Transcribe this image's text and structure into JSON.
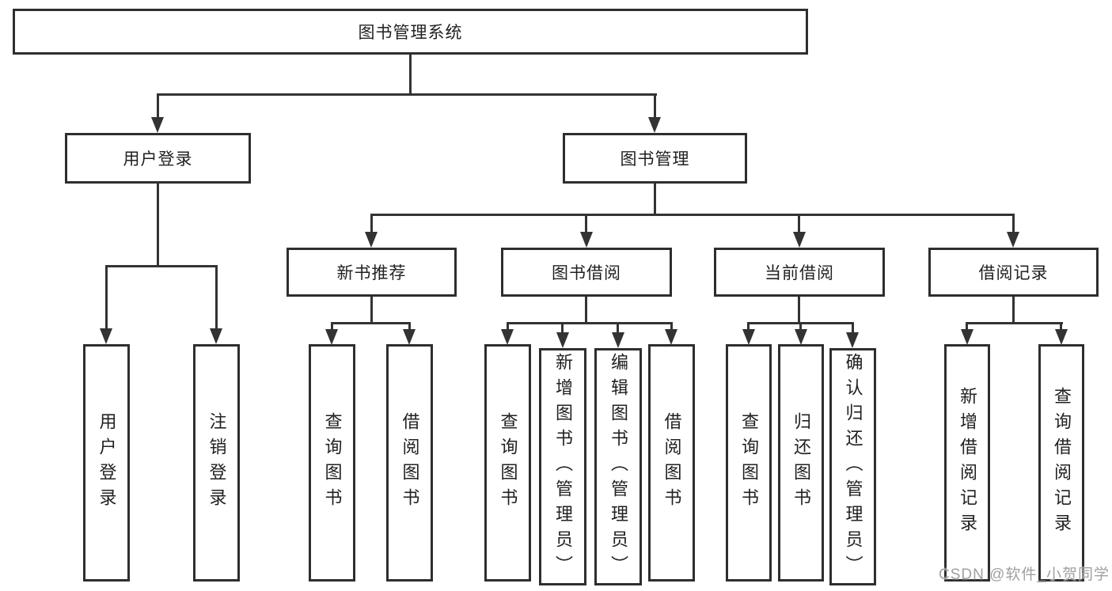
{
  "tree": {
    "root": "图书管理系统",
    "children": [
      {
        "label": "用户登录",
        "children": [
          "用户登录",
          "注销登录"
        ]
      },
      {
        "label": "图书管理",
        "children": [
          {
            "label": "新书推荐",
            "children": [
              "查询图书",
              "借阅图书"
            ]
          },
          {
            "label": "图书借阅",
            "children": [
              "查询图书",
              "新增图书（管理员）",
              "编辑图书（管理员）",
              "借阅图书"
            ]
          },
          {
            "label": "当前借阅",
            "children": [
              "查询图书",
              "归还图书",
              "确认归还（管理员）"
            ]
          },
          {
            "label": "借阅记录",
            "children": [
              "新增借阅记录",
              "查询借阅记录"
            ]
          }
        ]
      }
    ]
  },
  "watermark": {
    "text": "CSDN @软件_小贺同学"
  },
  "colors": {
    "line": "#333333",
    "border": "#2e2e2e",
    "text": "#212121",
    "watermark": "#a0a0a0",
    "background": "#ffffff"
  }
}
